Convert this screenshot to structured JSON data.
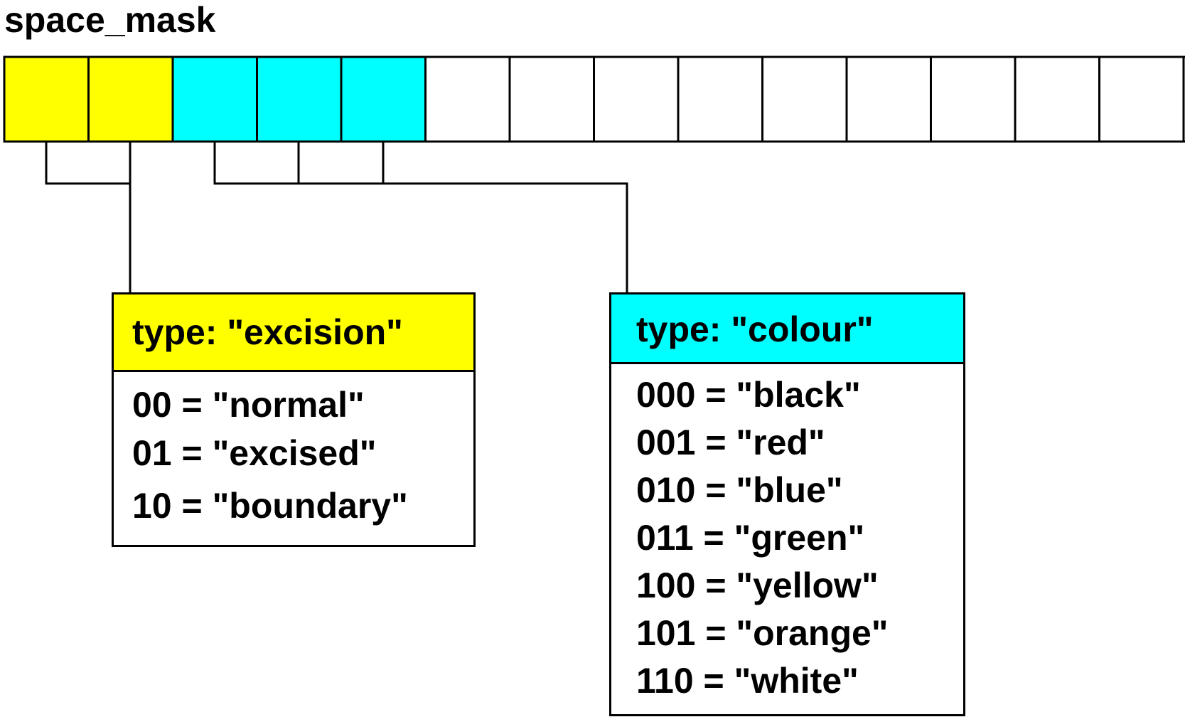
{
  "title": "space_mask",
  "colors": {
    "excision": "#ffff00",
    "colour": "#00ffff",
    "empty": "#ffffff",
    "line": "#000000"
  },
  "bits": [
    {
      "group": "excision"
    },
    {
      "group": "excision"
    },
    {
      "group": "colour"
    },
    {
      "group": "colour"
    },
    {
      "group": "colour"
    },
    {
      "group": "empty"
    },
    {
      "group": "empty"
    },
    {
      "group": "empty"
    },
    {
      "group": "empty"
    },
    {
      "group": "empty"
    },
    {
      "group": "empty"
    },
    {
      "group": "empty"
    },
    {
      "group": "empty"
    },
    {
      "group": "empty"
    }
  ],
  "excision": {
    "header": "type: \"excision\"",
    "rows": [
      "00 = \"normal\"",
      "01 = \"excised\"",
      "10 = \"boundary\""
    ]
  },
  "colour": {
    "header": "type: \"colour\"",
    "rows": [
      "000 = \"black\"",
      "001 = \"red\"",
      "010 = \"blue\"",
      "011 = \"green\"",
      "100 = \"yellow\"",
      "101 = \"orange\"",
      "110 = \"white\""
    ]
  }
}
